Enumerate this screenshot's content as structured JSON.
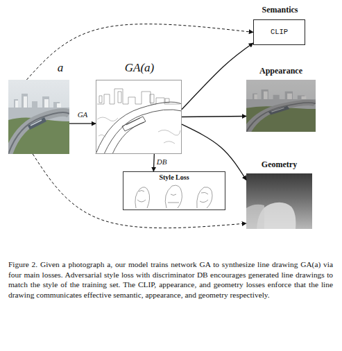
{
  "diagram": {
    "caption": "Figure 2. Given a photograph a, our model trains network GA to synthesize line drawing GA(a) via four main losses. Adversarial style loss with discriminator DB encourages generated line drawings to match the style of the training set. The CLIP, appearance, and geometry losses enforce that the line drawing communicates effective semantic, appearance, and geometry respectively.",
    "nodes": [
      {
        "text": [
          "a"
        ]
      },
      {
        "text": [
          "GA(a)"
        ]
      },
      {
        "text": [
          "Semantics",
          "CLIP"
        ]
      },
      {
        "text": [
          "Appearance"
        ]
      },
      {
        "text": [
          "Style Loss"
        ]
      },
      {
        "text": [
          "Geometry"
        ]
      }
    ],
    "edges": [
      {
        "from": 0,
        "to": 1,
        "label": "GA",
        "arrow": "to"
      },
      {
        "from": 1,
        "to": 4,
        "label": "DB",
        "arrow": "to"
      },
      {
        "from": 1,
        "to": 2,
        "arrow": "to"
      },
      {
        "from": 1,
        "to": 3,
        "arrow": "to"
      },
      {
        "from": 1,
        "to": 5,
        "arrow": "to"
      },
      {
        "from": 0,
        "to": 2,
        "arrow": "to"
      },
      {
        "from": 0,
        "to": 5,
        "arrow": "to"
      }
    ]
  }
}
